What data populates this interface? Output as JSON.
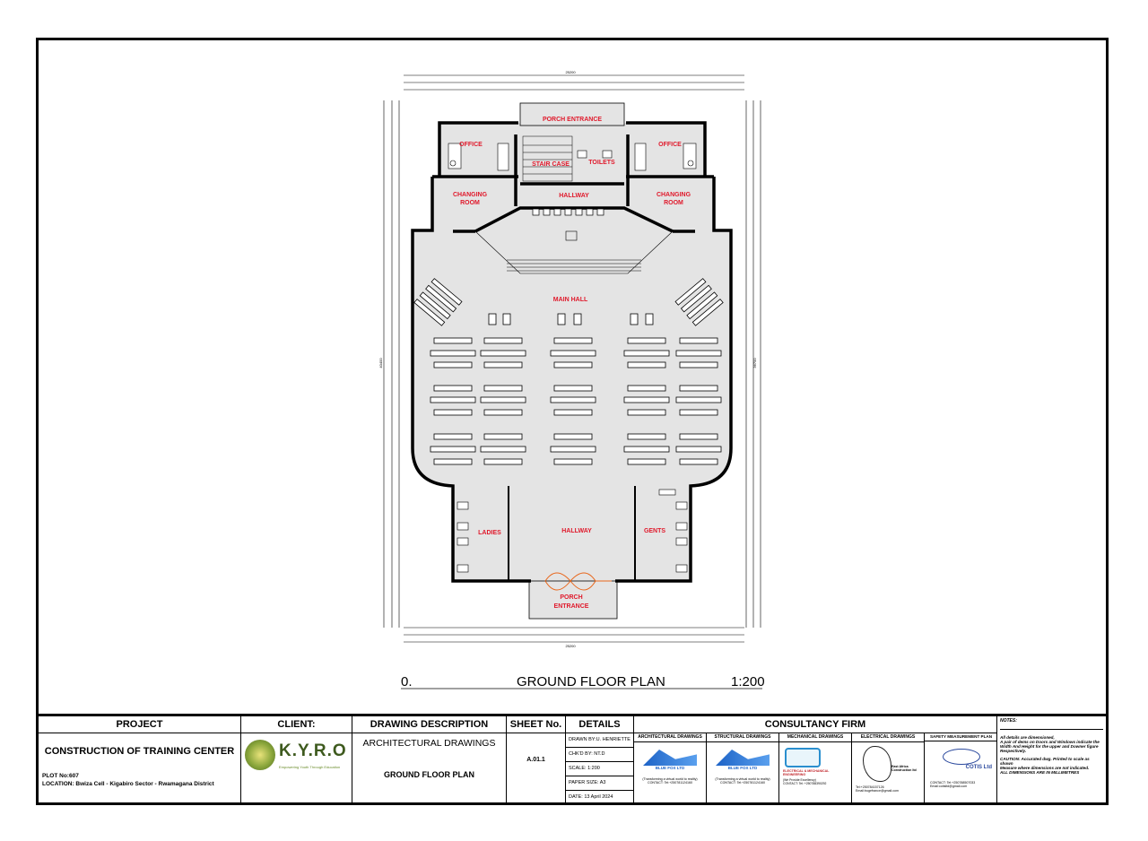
{
  "drawing": {
    "rooms": {
      "porch_entrance_top": "PORCH ENTRANCE",
      "office_left": "OFFICE",
      "office_right": "OFFICE",
      "stair_case": "STAIR CASE",
      "toilets": "TOILETS",
      "hallway_top": "HALLWAY",
      "changing_room_left": [
        "CHANGING",
        "ROOM"
      ],
      "changing_room_right": [
        "CHANGING",
        "ROOM"
      ],
      "main_hall": "MAIN HALL",
      "ladies": "LADIES",
      "hallway_bottom": "HALLWAY",
      "gents": "GENTS",
      "porch_entrance_bottom": [
        "PORCH",
        "ENTRANCE"
      ]
    },
    "dimensions": {
      "overall_width": "25200",
      "overall_height": "40400",
      "inner_height": "36700"
    },
    "caption": {
      "number": "0.",
      "title": "GROUND FLOOR PLAN",
      "scale": "1:200"
    }
  },
  "title_block": {
    "project": {
      "header": "PROJECT",
      "name": "CONSTRUCTION OF TRAINING CENTER",
      "plot": "PLOT  No:607",
      "location": "LOCATION: Bwiza Cell - Kigabiro Sector - Rwamagana District"
    },
    "client": {
      "header": "CLIENT:",
      "logo_text": "K.Y.R.O",
      "logo_tagline": "Empowering Youth Through Education"
    },
    "drawing_description": {
      "header": "DRAWING DESCRIPTION",
      "category": "ARCHITECTURAL  DRAWINGS",
      "title": "GROUND FLOOR PLAN"
    },
    "sheet": {
      "header": "SHEET No.",
      "number": "A.01.1"
    },
    "details": {
      "header": "DETAILS",
      "drawn_by": "DRAWN BY:U. HENRIETTE",
      "checked_by": "CHK'D BY:  NT.D",
      "scale": "SCALE: 1:200",
      "paper_size": "PAPER SIZE: A3",
      "date": "DATE: 13 April 2024"
    },
    "consultancy": {
      "header": "CONSULTANCY  FIRM",
      "columns": [
        {
          "title": "ARCHITECTURAL DRAWINGS",
          "firm": "BLUE FOX LTD",
          "line1": "(Transforming a virtual world to reality)",
          "line2": "CONTACT: Tel:+250781124160"
        },
        {
          "title": "STRUCTURAL  DRAWINGS",
          "firm": "BLUE FOX LTD",
          "line1": "(Transforming a virtual world to reality)",
          "line2": "CONTACT: Tel:+250781124160"
        },
        {
          "title": "MECHANICAL DRAWINGS",
          "firm": "ELECTRICAL & MECHANICAL ENGINEERING",
          "line1": "(We Provide Excellency)",
          "line2": "CONTACT:  Tel: +250788390292"
        },
        {
          "title": "ELECTRICAL DRAWINGS",
          "firm": "East Africa Construction ltd",
          "line1": "Tel:+250784157126",
          "line2": "Email:bugefrance@gmail.com"
        },
        {
          "title": "SAFETY MEASUREMENT PLAN",
          "firm": "COTIS Ltd",
          "line1": "CONTACT:  Tel:+250788507033",
          "line2": "Email:cotisltd@gmail.com"
        }
      ]
    },
    "notes": {
      "header": "NOTES:",
      "p1": "All details are  dimensioned,",
      "p2": "A pair of dems on Doors and Windows indicate the Width And Height for the upper and Downer figure Respectively.",
      "p3": "CAUTION: Accurated dwg. Printed to scale as shown",
      "p4": "Measure where dimensions are not indicated.",
      "p5": "ALL DIMENSIONS ARE IN MILLIMETRES"
    }
  },
  "colors": {
    "room_label": "#e0192b",
    "floor_fill": "#e4e4e4",
    "door_swing": "#e8671c"
  }
}
